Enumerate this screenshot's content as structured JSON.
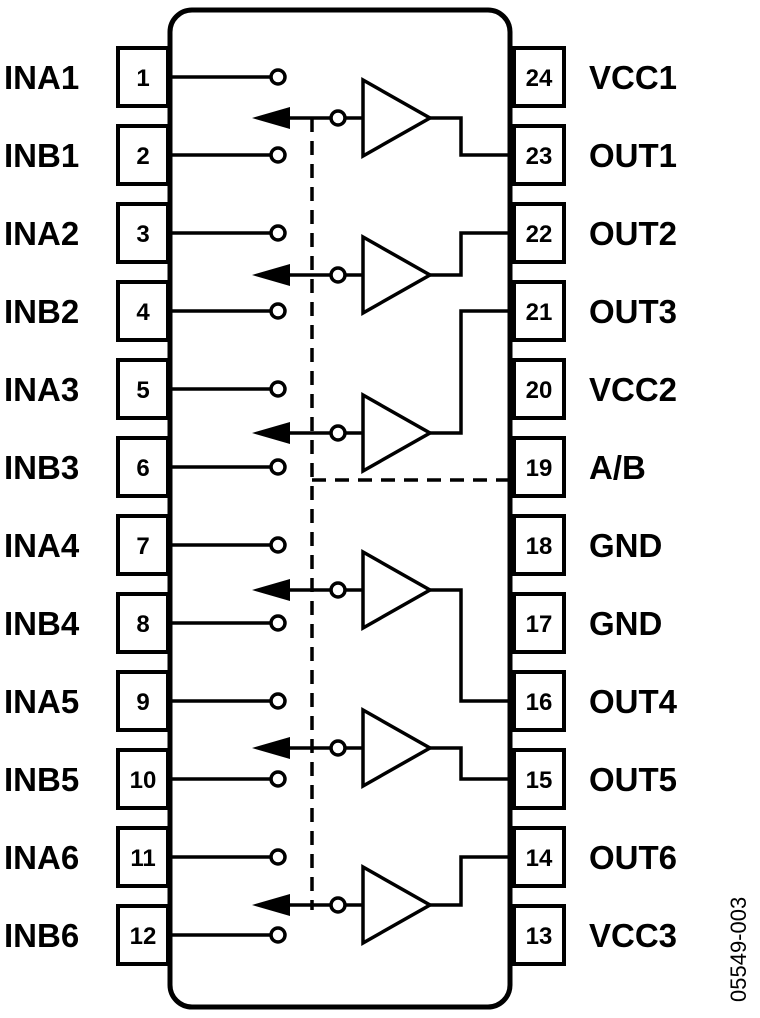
{
  "left_pins": [
    {
      "num": "1",
      "name": "INA1"
    },
    {
      "num": "2",
      "name": "INB1"
    },
    {
      "num": "3",
      "name": "INA2"
    },
    {
      "num": "4",
      "name": "INB2"
    },
    {
      "num": "5",
      "name": "INA3"
    },
    {
      "num": "6",
      "name": "INB3"
    },
    {
      "num": "7",
      "name": "INA4"
    },
    {
      "num": "8",
      "name": "INB4"
    },
    {
      "num": "9",
      "name": "INA5"
    },
    {
      "num": "10",
      "name": "INB5"
    },
    {
      "num": "11",
      "name": "INA6"
    },
    {
      "num": "12",
      "name": "INB6"
    }
  ],
  "right_pins": [
    {
      "num": "24",
      "name": "VCC1"
    },
    {
      "num": "23",
      "name": "OUT1"
    },
    {
      "num": "22",
      "name": "OUT2"
    },
    {
      "num": "21",
      "name": "OUT3"
    },
    {
      "num": "20",
      "name": "VCC2"
    },
    {
      "num": "19",
      "name": "A/B"
    },
    {
      "num": "18",
      "name": "GND"
    },
    {
      "num": "17",
      "name": "GND"
    },
    {
      "num": "16",
      "name": "OUT4"
    },
    {
      "num": "15",
      "name": "OUT5"
    },
    {
      "num": "14",
      "name": "OUT6"
    },
    {
      "num": "13",
      "name": "VCC3"
    }
  ],
  "buffers": [
    {
      "output_pin": "23"
    },
    {
      "output_pin": "22"
    },
    {
      "output_pin": "21"
    },
    {
      "output_pin": "16"
    },
    {
      "output_pin": "15"
    },
    {
      "output_pin": "14"
    }
  ],
  "figure_id": "05549-003"
}
